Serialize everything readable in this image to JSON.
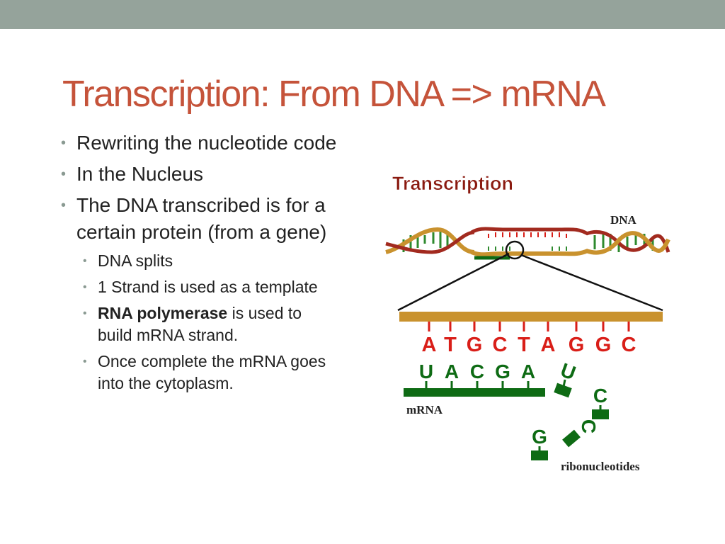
{
  "slide": {
    "title": "Transcription: From DNA => mRNA"
  },
  "bullets": {
    "b1": "Rewriting the nucleotide code",
    "b2": "In the Nucleus",
    "b3": "The DNA transcribed is for a certain protein (from a gene)",
    "sub1": "DNA splits",
    "sub2": "1 Strand is used as a template",
    "sub3_bold": "RNA polymerase",
    "sub3_rest": " is used to build mRNA strand.",
    "sub4": "Once complete the mRNA goes into the cytoplasm."
  },
  "diagram": {
    "title": "Transcription",
    "dna_label": "DNA",
    "mrna_label": "mRNA",
    "ribo_label": "ribonucleotides",
    "template_bases": [
      "A",
      "T",
      "G",
      "C",
      "T",
      "A",
      "G",
      "G",
      "C"
    ],
    "mrna_bases": [
      "U",
      "A",
      "C",
      "G",
      "A"
    ],
    "free_nucleotides": [
      "U",
      "C",
      "C",
      "G"
    ],
    "colors": {
      "accent_title": "#c5533a",
      "top_bar": "#95a39b",
      "dna_base": "#d91e18",
      "rna_green": "#0e6b14",
      "template_strand": "#c9922e"
    }
  }
}
